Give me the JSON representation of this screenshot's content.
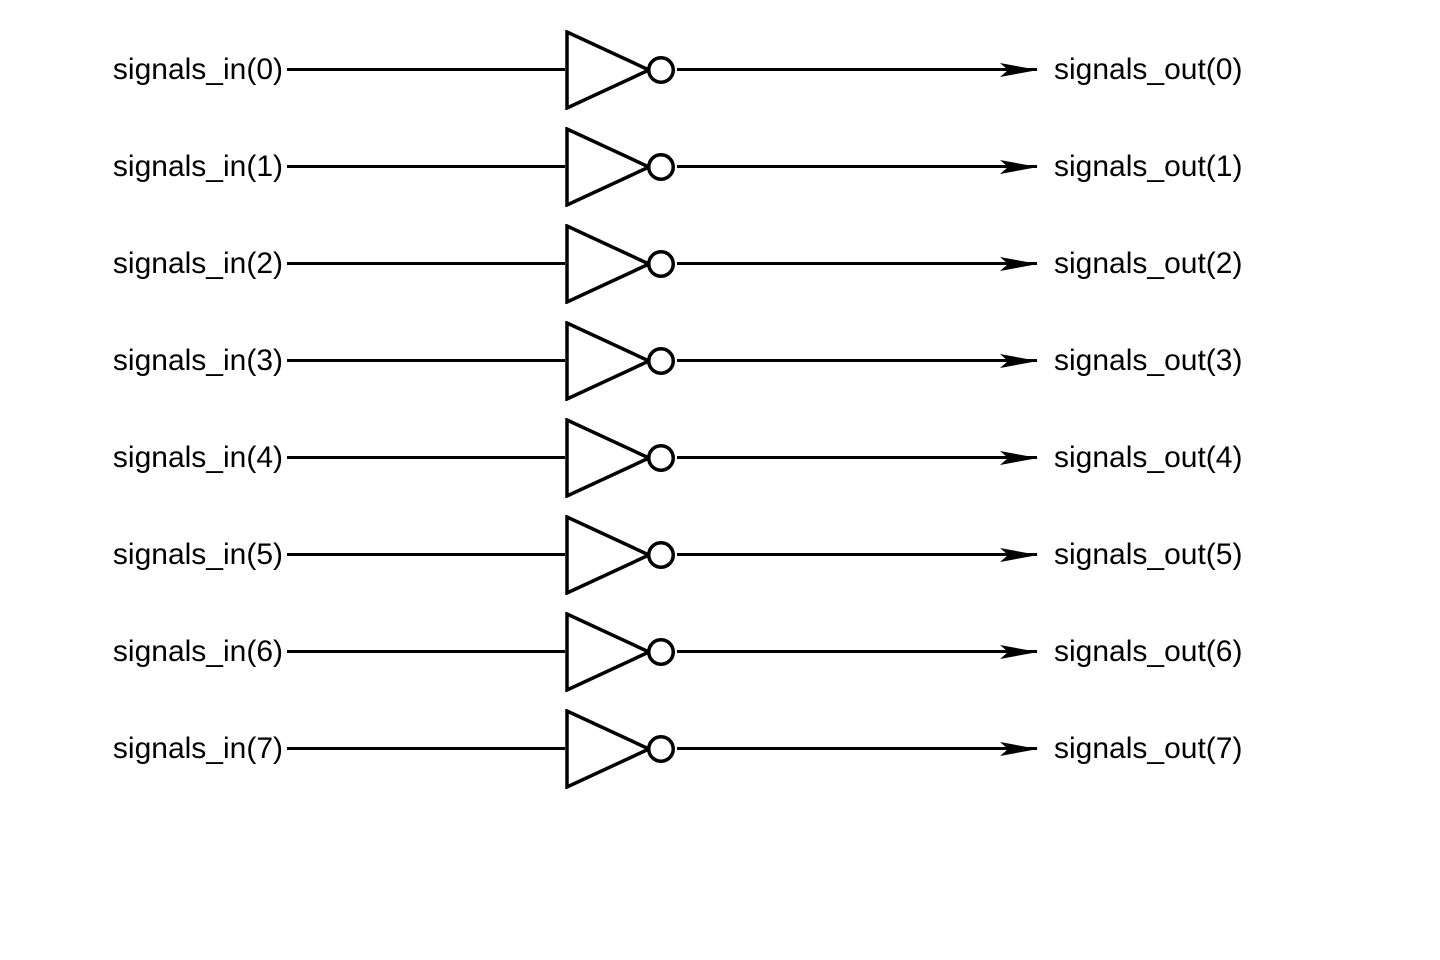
{
  "diagram": {
    "background_color": "#ffffff",
    "stroke_color": "#000000",
    "gate_icon": "not-gate-icon",
    "arrow_icon": "arrowhead-icon",
    "rows": [
      {
        "input_label": "signals_in(0)",
        "output_label": "signals_out(0)"
      },
      {
        "input_label": "signals_in(1)",
        "output_label": "signals_out(1)"
      },
      {
        "input_label": "signals_in(2)",
        "output_label": "signals_out(2)"
      },
      {
        "input_label": "signals_in(3)",
        "output_label": "signals_out(3)"
      },
      {
        "input_label": "signals_in(4)",
        "output_label": "signals_out(4)"
      },
      {
        "input_label": "signals_in(5)",
        "output_label": "signals_out(5)"
      },
      {
        "input_label": "signals_in(6)",
        "output_label": "signals_out(6)"
      },
      {
        "input_label": "signals_in(7)",
        "output_label": "signals_out(7)"
      }
    ]
  }
}
